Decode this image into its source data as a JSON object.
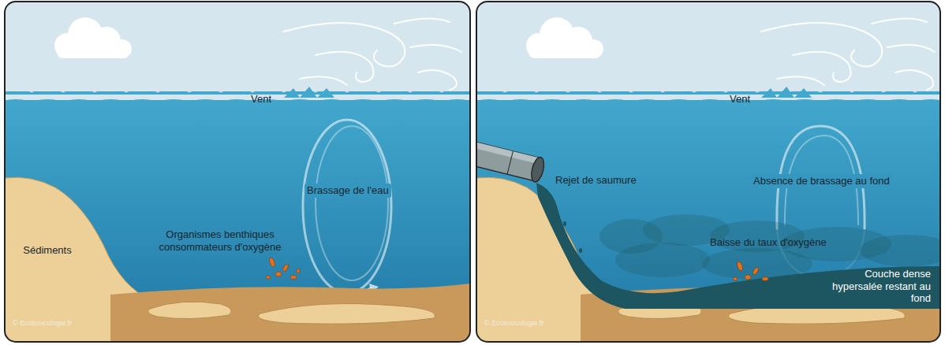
{
  "diagram": {
    "labels": [
      "Vent",
      "Brassage de l'eau",
      "Sédiments",
      "Organismes benthiques consommateurs d'oxygène",
      "© Ecotoxicologie.fr",
      "Vent",
      "Rejet de saumure",
      "Absence de brassage au fond",
      "Baisse du taux d'oxygène",
      "Couche dense hypersalée restant au fond",
      "© Ecotoxicologie.fr"
    ]
  }
}
